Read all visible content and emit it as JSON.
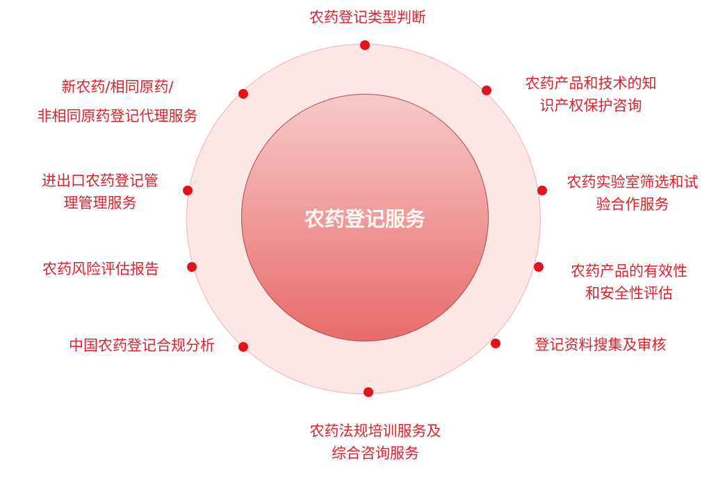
{
  "center": {
    "title": "农药登记服务"
  },
  "colors": {
    "accent": "#e2131c",
    "ring": "#fce6e6",
    "text": "#e0202a"
  },
  "services": [
    {
      "lines": [
        "农药登记类型判断"
      ]
    },
    {
      "lines": [
        "农药产品和技术的知",
        "识产权保护咨询"
      ]
    },
    {
      "lines": [
        "农药实验室筛选和试",
        "验合作服务"
      ]
    },
    {
      "lines": [
        "农药产品的有效性",
        "和安全性评估"
      ]
    },
    {
      "lines": [
        "登记资料搜集及审核"
      ]
    },
    {
      "lines": [
        "农药法规培训服务及",
        "综合咨询服务"
      ]
    },
    {
      "lines": [
        "中国农药登记合规分析"
      ]
    },
    {
      "lines": [
        "农药风险评估报告"
      ]
    },
    {
      "lines": [
        "进出口农药登记管",
        "理管理服务"
      ]
    },
    {
      "lines": [
        "新农药/相同原药/",
        "非相同原药登记代理服务"
      ]
    }
  ]
}
